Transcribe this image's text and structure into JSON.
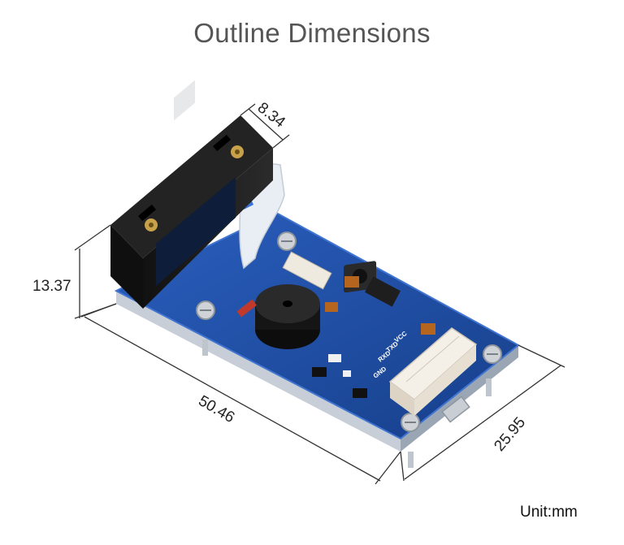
{
  "title": "Outline Dimensions",
  "unit": "Unit:mm",
  "dimensions": {
    "width_top": "8.34",
    "height": "13.37",
    "length": "50.46",
    "width": "25.95"
  },
  "board_labels": {
    "vcc": "VCC",
    "txd": "TXD",
    "rxd": "RXD",
    "gnd": "GND"
  },
  "colors": {
    "pcb": "#1f4fa6",
    "pcb_edge": "#b9c3cf",
    "scanner_module": "#1a1a1a",
    "ribbon_cable": "#e9eef5",
    "connector": "#f1ece4",
    "dimension_line": "#333333"
  }
}
